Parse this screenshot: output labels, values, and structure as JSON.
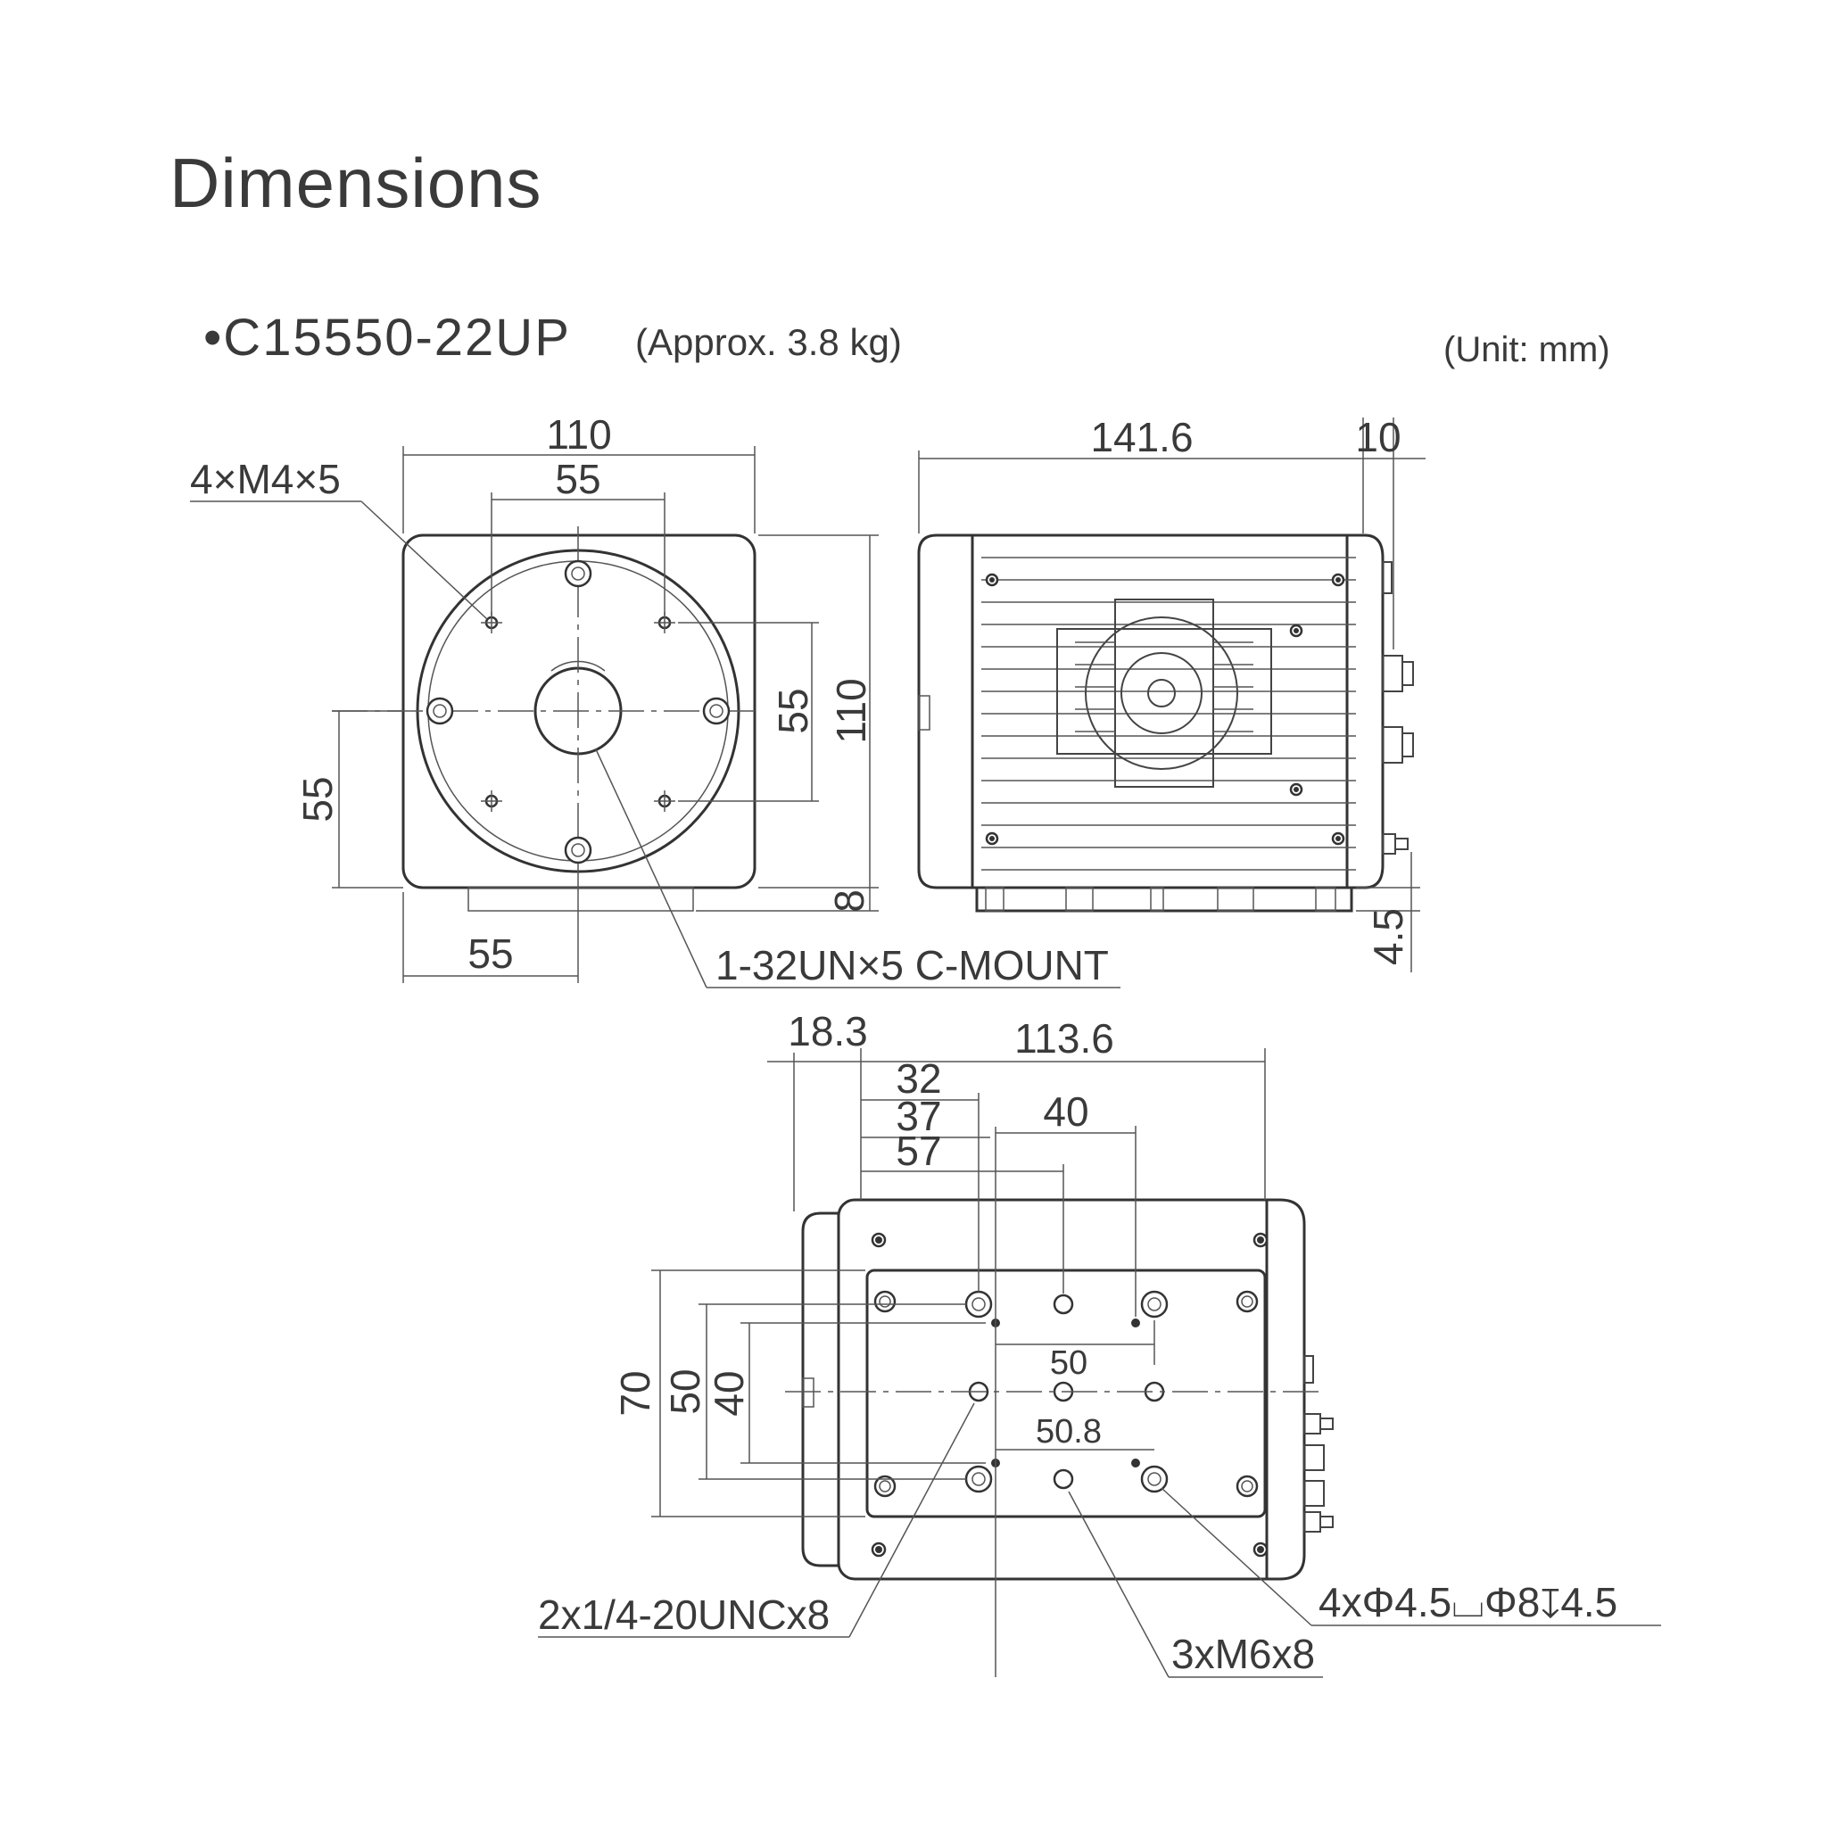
{
  "title": "Dimensions",
  "model": "•C15550-22UP",
  "weight": "(Approx. 3.8 kg)",
  "unit": "(Unit: mm)",
  "front": {
    "width": "110",
    "inner_width": "55",
    "height": "110",
    "inner_height": "55",
    "left_height": "55",
    "base_width": "55",
    "base_height": "8",
    "screw_note": "4×M4×5",
    "mount_note": "1-32UN×5 C-MOUNT"
  },
  "side": {
    "length": "141.6",
    "connector": "10",
    "foot": "4.5"
  },
  "bottom": {
    "offset": "18.3",
    "length": "113.6",
    "d32": "32",
    "d37": "37",
    "d57": "57",
    "d40h": "40",
    "d70": "70",
    "d50v": "50",
    "d40v": "40",
    "d50h": "50",
    "d508": "50.8",
    "note_unc": "2x1/4-20UNCx8",
    "note_m6": "3xM6x8",
    "note_phi": "4xΦ4.5⌴Φ8↧4.5"
  }
}
